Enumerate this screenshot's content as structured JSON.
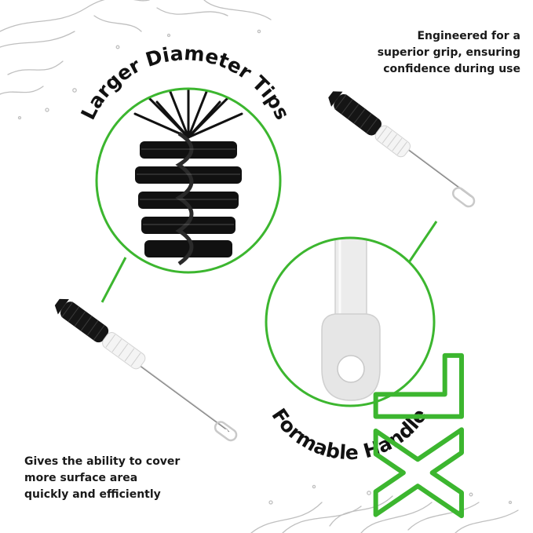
{
  "labels": {
    "tips": "Larger Diameter Tips",
    "handle": "Formable Handle",
    "badge": "XL"
  },
  "captions": {
    "top_right": [
      "Engineered for a",
      "superior grip, ensuring",
      "confidence during use"
    ],
    "bottom_left": [
      "Gives the ability to cover",
      "more surface area",
      "quickly and efficiently"
    ]
  },
  "colors": {
    "accent": "#3cb62f",
    "text": "#1a1a1a",
    "bristle": "#111111",
    "handle": "#e9e9e9"
  },
  "icons": {
    "splash": "water-splash-icon",
    "brush": "bottle-brush-icon"
  }
}
